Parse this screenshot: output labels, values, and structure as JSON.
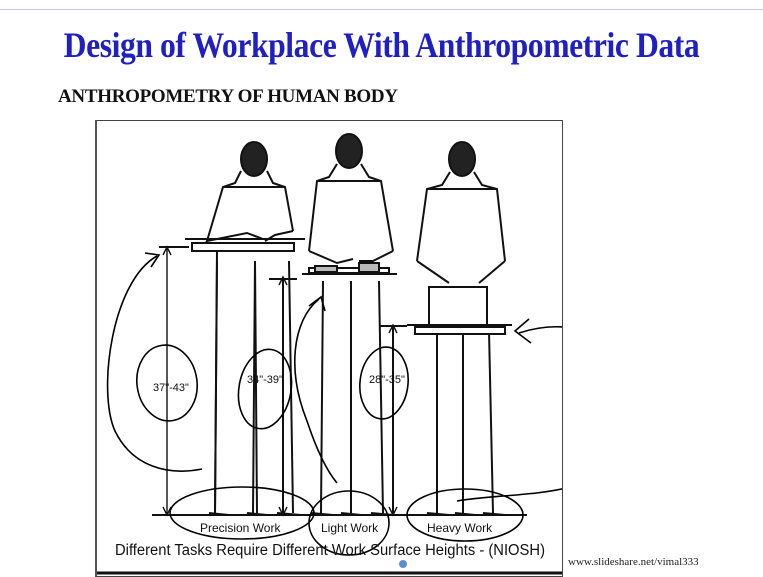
{
  "slide": {
    "title": "Design of Workplace With Anthropometric Data",
    "subtitle": "ANTHROPOMETRY OF HUMAN BODY",
    "credit": "www.slideshare.net/vimal333"
  },
  "figure": {
    "heights": [
      "37\"-43\"",
      "34\"-39\"",
      "28\"-35\""
    ],
    "work_labels": [
      "Precision Work",
      "Light Work",
      "Heavy Work"
    ],
    "caption": "Different Tasks Require Different Work Surface Heights - (NIOSH)"
  },
  "colors": {
    "title": "#1f1fc2",
    "ink": "#111111"
  }
}
